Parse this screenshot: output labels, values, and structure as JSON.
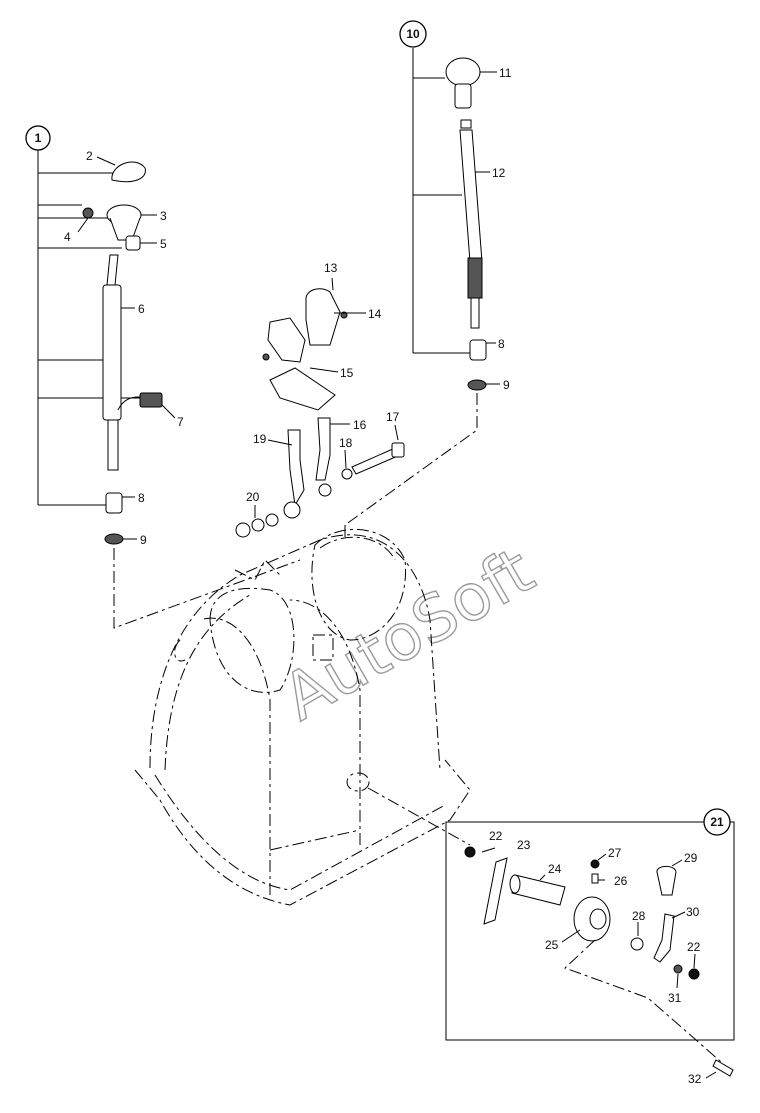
{
  "watermark": "AutoSoft",
  "callouts": {
    "c1": "1",
    "c10": "10",
    "c21": "21"
  },
  "labels": {
    "l2": "2",
    "l3": "3",
    "l4": "4",
    "l5": "5",
    "l6": "6",
    "l7": "7",
    "l8a": "8",
    "l9a": "9",
    "l8b": "8",
    "l9b": "9",
    "l11": "11",
    "l12": "12",
    "l13": "13",
    "l14": "14",
    "l15": "15",
    "l16": "16",
    "l17": "17",
    "l18": "18",
    "l19": "19",
    "l20": "20",
    "l22a": "22",
    "l23": "23",
    "l24": "24",
    "l25": "25",
    "l26": "26",
    "l27": "27",
    "l28": "28",
    "l29": "29",
    "l30": "30",
    "l22b": "22",
    "l31": "31",
    "l32": "32"
  }
}
